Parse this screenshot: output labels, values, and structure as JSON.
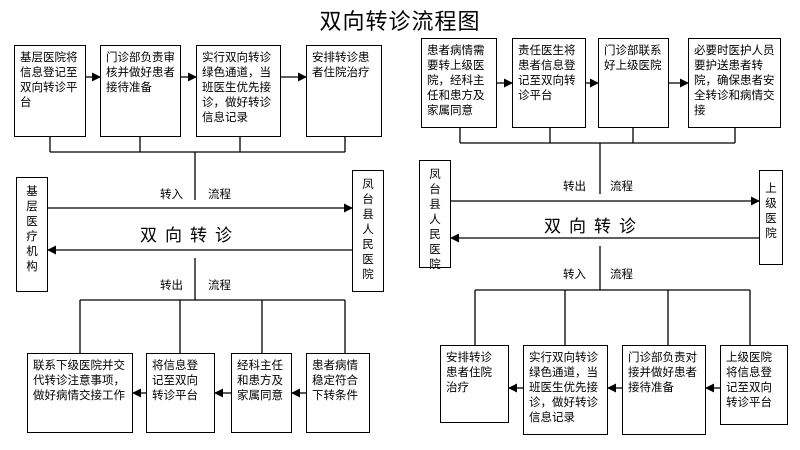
{
  "title": "双向转诊流程图",
  "left_panel": {
    "top_steps": [
      "基层医院将信息登记至双向转诊平台",
      "门诊部负责审核并做好患者接待准备",
      "实行双向转诊绿色通道，当班医生优先接诊，做好转诊信息记录",
      "安排转诊患者住院治疗"
    ],
    "left_node": "基层医疗机构",
    "right_node": "凤台县人民医院",
    "center_label": "双向转诊",
    "upper_labels": {
      "direction": "转入",
      "process": "流程"
    },
    "lower_labels": {
      "direction": "转出",
      "process": "流程"
    },
    "bottom_steps": [
      "联系下级医院并交代转诊注意事项，做好病情交接工作",
      "将信息登记至双向转诊平台",
      "经科主任和患方及家属同意",
      "患者病情稳定符合下转条件"
    ]
  },
  "right_panel": {
    "top_steps": [
      "患者病情需要转上级医院，经科主任和患方及家属同意",
      "责任医生将患者信息登记至双向转诊平台",
      "门诊部联系好上级医院",
      "必要时医护人员要护送患者转院，确保患者安全转诊和病情交接"
    ],
    "left_node": "凤台县人民医院",
    "right_node": "上级医院",
    "center_label": "双向转诊",
    "upper_labels": {
      "direction": "转出",
      "process": "流程"
    },
    "lower_labels": {
      "direction": "转入",
      "process": "流程"
    },
    "bottom_steps": [
      "安排转诊患者住院治疗",
      "实行双向转诊绿色通道，当班医生优先接诊，做好转诊信息记录",
      "门诊部负责对接并做好患者接待准备",
      "上级医院将信息登记至双向转诊平台"
    ]
  }
}
